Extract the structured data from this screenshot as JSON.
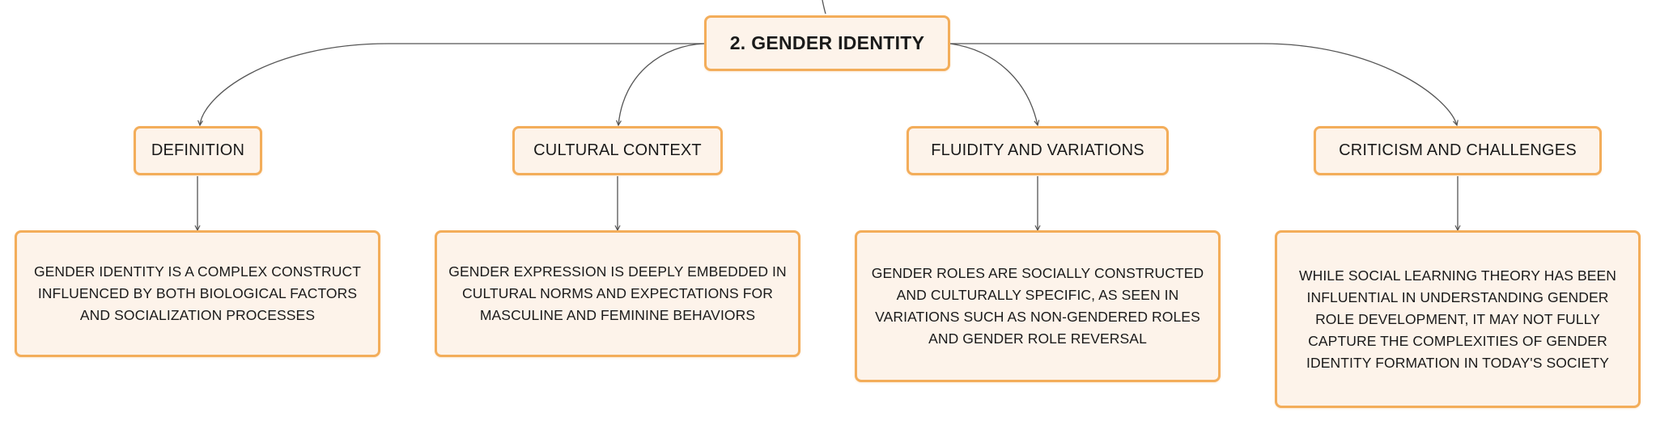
{
  "root": {
    "title": "2. GENDER IDENTITY"
  },
  "branches": [
    {
      "label": "DEFINITION",
      "detail": "GENDER IDENTITY IS A COMPLEX CONSTRUCT INFLUENCED BY BOTH BIOLOGICAL FACTORS AND SOCIALIZATION PROCESSES"
    },
    {
      "label": "CULTURAL CONTEXT",
      "detail": "GENDER EXPRESSION IS DEEPLY EMBEDDED IN CULTURAL NORMS AND EXPECTATIONS FOR MASCULINE AND FEMININE BEHAVIORS"
    },
    {
      "label": "FLUIDITY AND VARIATIONS",
      "detail": "GENDER ROLES ARE SOCIALLY CONSTRUCTED AND CULTURALLY SPECIFIC, AS SEEN IN VARIATIONS SUCH AS NON-GENDERED ROLES AND GENDER ROLE REVERSAL"
    },
    {
      "label": "CRITICISM AND CHALLENGES",
      "detail": "WHILE SOCIAL LEARNING THEORY HAS BEEN INFLUENTIAL IN UNDERSTANDING GENDER ROLE DEVELOPMENT, IT MAY NOT FULLY CAPTURE THE COMPLEXITIES OF GENDER IDENTITY FORMATION IN TODAY'S SOCIETY"
    }
  ],
  "colors": {
    "node_border": "#f3ad5a",
    "node_fill": "#fdf3ea",
    "connector": "#555555"
  }
}
